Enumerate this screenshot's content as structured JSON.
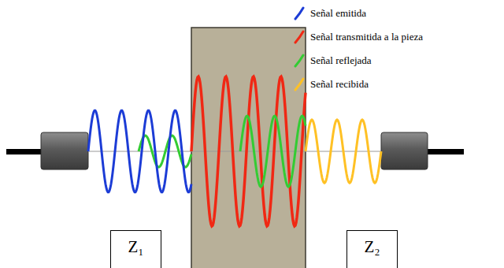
{
  "diagram": {
    "nodes": [
      {
        "text": [
          "Z₁"
        ]
      },
      {
        "text": [
          "Z₂"
        ]
      }
    ],
    "legend": [
      {
        "text": "Señal emitida"
      },
      {
        "text": "Señal transmitida a la pieza"
      },
      {
        "text": "Señal reflejada"
      },
      {
        "text": "Señal recibida"
      }
    ]
  }
}
